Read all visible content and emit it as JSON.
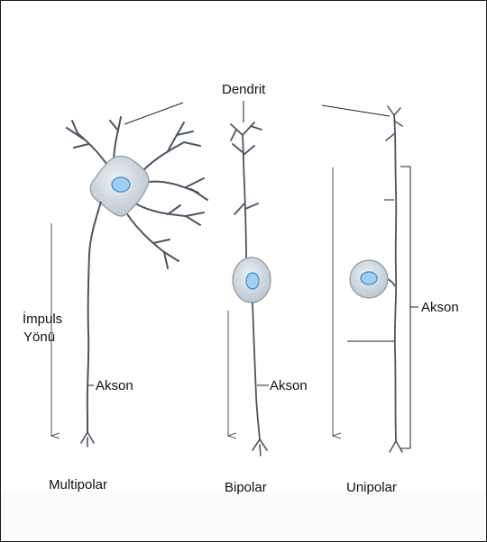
{
  "labels": {
    "dendrite": "Dendrit",
    "impulse_line1": "İmpuls",
    "impulse_line2": "Yönü",
    "axon_multipolar": "Akson",
    "axon_bipolar": "Akson",
    "axon_unipolar": "Akson",
    "multipolar": "Multipolar",
    "bipolar": "Bipolar",
    "unipolar": "Unipolar"
  },
  "colors": {
    "neuron_fill": "#c9d3dc",
    "neuron_outline": "#8c98a4",
    "nucleus_fill": "#9fd0f2",
    "nucleus_outline": "#3f86c8",
    "process_stroke": "#4d5560",
    "pointer_line": "#222222"
  }
}
